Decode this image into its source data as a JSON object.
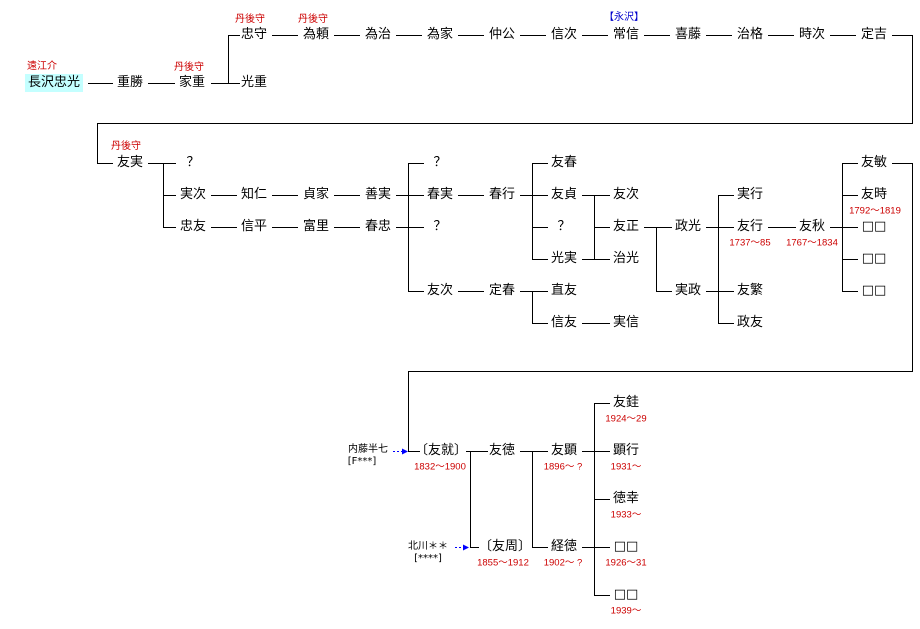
{
  "colors": {
    "name_text": "#000000",
    "title_note": "#cc0000",
    "clan_label": "#0000cc",
    "highlight_bg": "#c4ffff",
    "adoption_arrow": "#0000ff",
    "connector_line": "#000000"
  },
  "people": {
    "p01": {
      "name": "長沢忠光",
      "title": "遠江介"
    },
    "p02": {
      "name": "重勝"
    },
    "p03": {
      "name": "家重",
      "title": "丹後守"
    },
    "p04": {
      "name": "忠守",
      "title": "丹後守"
    },
    "p05": {
      "name": "光重"
    },
    "p06": {
      "name": "為頼",
      "title": "丹後守"
    },
    "p07": {
      "name": "為治"
    },
    "p08": {
      "name": "為家"
    },
    "p09": {
      "name": "仲公"
    },
    "p10": {
      "name": "信次"
    },
    "p11": {
      "name": "常信",
      "clan": "【永沢】"
    },
    "p12": {
      "name": "喜藤"
    },
    "p13": {
      "name": "治格"
    },
    "p14": {
      "name": "時次"
    },
    "p15": {
      "name": "定吉"
    },
    "p16": {
      "name": "友実",
      "title": "丹後守"
    },
    "p17": {
      "name": "？"
    },
    "p18": {
      "name": "実次"
    },
    "p19": {
      "name": "忠友"
    },
    "p20": {
      "name": "知仁"
    },
    "p21": {
      "name": "貞家"
    },
    "p22": {
      "name": "善実"
    },
    "p23": {
      "name": "信平"
    },
    "p24": {
      "name": "富里"
    },
    "p25": {
      "name": "春忠"
    },
    "p26": {
      "name": "？"
    },
    "p27": {
      "name": "春実"
    },
    "p28": {
      "name": "？"
    },
    "p29": {
      "name": "友次"
    },
    "p30": {
      "name": "春行"
    },
    "p31": {
      "name": "友春"
    },
    "p32": {
      "name": "友貞"
    },
    "p33": {
      "name": "？"
    },
    "p34": {
      "name": "光実"
    },
    "p35": {
      "name": "定春"
    },
    "p36": {
      "name": "直友"
    },
    "p37": {
      "name": "信友"
    },
    "p38": {
      "name": "実信"
    },
    "p39": {
      "name": "友次"
    },
    "p40": {
      "name": "友正"
    },
    "p41": {
      "name": "治光"
    },
    "p42": {
      "name": "政光"
    },
    "p43": {
      "name": "実政"
    },
    "p44": {
      "name": "実行"
    },
    "p45": {
      "name": "友行",
      "years": "1737〜85"
    },
    "p46": {
      "name": "友繁"
    },
    "p47": {
      "name": "政友"
    },
    "p48": {
      "name": "友秋",
      "years": "1767〜1834"
    },
    "p49": {
      "name": "友敏"
    },
    "p50": {
      "name": "友時",
      "years": "1792〜1819"
    },
    "p51": {
      "name": "□□"
    },
    "p52": {
      "name": "□□"
    },
    "p53": {
      "name": "□□"
    },
    "p54": {
      "name": "〔友就〕",
      "years": "1832〜1900",
      "came_from": {
        "name": "内藤半七",
        "code": "[F***]"
      }
    },
    "p56": {
      "name": "友徳"
    },
    "p57": {
      "name": "〔友周〕",
      "years": "1855〜1912",
      "came_from": {
        "name": "北川＊＊",
        "code": "[****]"
      }
    },
    "p59": {
      "name": "友顕",
      "years": "1896〜 ?"
    },
    "p60": {
      "name": "経徳",
      "years": "1902〜 ?"
    },
    "p61": {
      "name": "友銈",
      "years": "1924〜29"
    },
    "p62": {
      "name": "顕行",
      "years": "1931〜"
    },
    "p63": {
      "name": "徳幸",
      "years": "1933〜"
    },
    "p64": {
      "name": "□□",
      "years": "1926〜31"
    },
    "p65": {
      "name": "□□",
      "years": "1939〜"
    }
  }
}
